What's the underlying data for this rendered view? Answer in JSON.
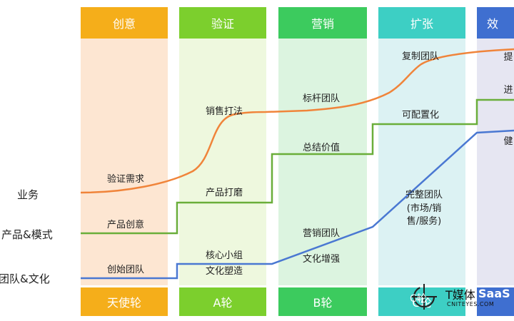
{
  "colors": {
    "col1_header": "#F5AE1A",
    "col1_bg": "#FDE6D2",
    "col2_header": "#7CCF2D",
    "col2_bg": "#EEF8DE",
    "col3_header": "#3CCB5E",
    "col3_bg": "#DCF4E0",
    "col4_header": "#3DCFC4",
    "col4_bg": "#DCF2F3",
    "col5_header": "#3F6FD0",
    "col5_bg": "#E6E6F2",
    "line_business": "#F0843A",
    "line_product": "#6AAE3A",
    "line_team": "#4A78D2"
  },
  "rows": {
    "business": "业务",
    "product": "产品&模式",
    "team": "团队&文化"
  },
  "columns": [
    {
      "header": "创意",
      "footer": "天使轮"
    },
    {
      "header": "验证",
      "footer": "A轮"
    },
    {
      "header": "营销",
      "footer": "B轮"
    },
    {
      "header": "扩张",
      "footer": "C轮"
    },
    {
      "header": "效"
    }
  ],
  "labels": {
    "c1_business": "验证需求",
    "c1_product": "产品创意",
    "c1_team": "创始团队",
    "c2_business": "销售打法",
    "c2_product": "产品打磨",
    "c2_team_1": "核心小组",
    "c2_team_2": "文化塑造",
    "c3_business": "标杆团队",
    "c3_product": "总结价值",
    "c3_team_1": "营销团队",
    "c3_team_2": "文化增强",
    "c4_business": "复制团队",
    "c4_product": "可配置化",
    "c4_team_1": "完整团队",
    "c4_team_2": "(市场/销",
    "c4_team_3": "售/服务)",
    "c5_business": "提",
    "c5_product": "进",
    "c5_team": "健"
  },
  "watermark": {
    "main": "T媒体",
    "en": "SaaS",
    "sub": "CNITEYES.COM",
    "footer_partial": "C轮"
  }
}
